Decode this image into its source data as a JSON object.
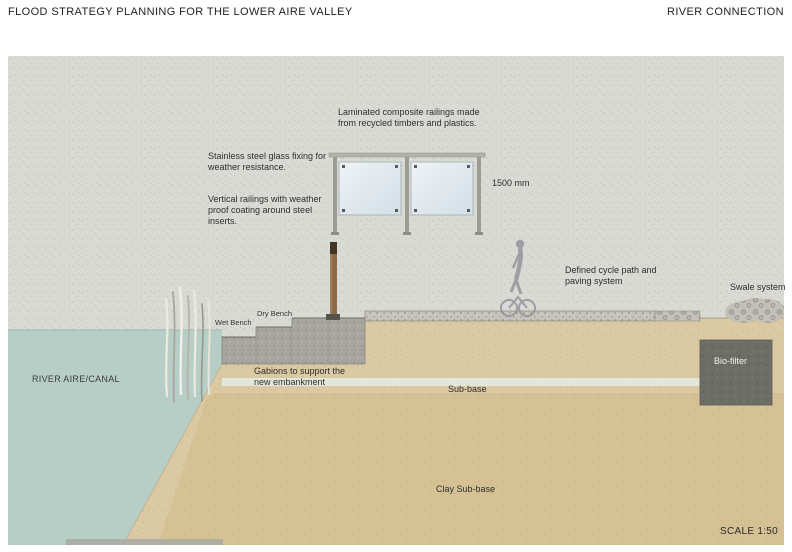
{
  "header": {
    "title": "FLOOD STRATEGY PLANNING FOR THE LOWER AIRE VALLEY",
    "section_label": "RIVER CONNECTION"
  },
  "drawing": {
    "scale_label": "SCALE 1:50",
    "annotations": {
      "railings_note": "Laminated composite railings made from recycled timbers and plastics.",
      "glass_fixing_note": "Stainless steel glass fixing for weather resistance.",
      "vertical_railings_note": "Vertical railings with weather proof coating around steel inserts.",
      "railing_height": "1500 mm",
      "cycle_path_note": "Defined cycle path and paving system",
      "swale_label": "Swale system",
      "wet_bench_label": "Wet Bench",
      "dry_bench_label": "Dry Bench",
      "gabions_note": "Gabions to support the new embankment",
      "sub_base_label": "Sub-base",
      "bio_filter_label": "Bio-filter",
      "river_label": "RIVER AIRE/CANAL",
      "clay_sub_base_label": "Clay Sub-base"
    },
    "colors": {
      "canvas_bg": "#dadad5",
      "water": "#b6cec6",
      "sand_sub_base": "#dac9a2",
      "clay_sub_base": "#d6c195",
      "gabion": "#a8a6a0",
      "bio_filter": "#6e6e68",
      "glass_panel": "#dde6ec",
      "timber_post": "#8a6a46"
    }
  }
}
